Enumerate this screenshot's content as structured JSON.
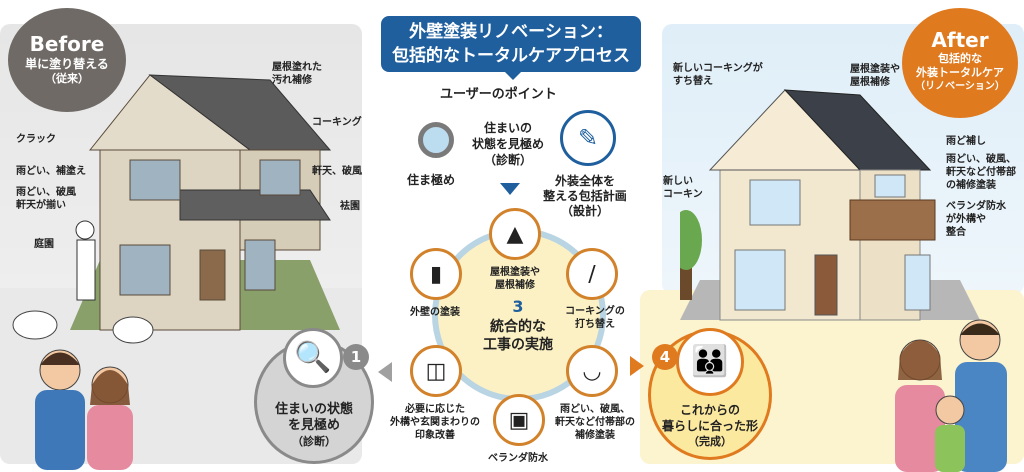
{
  "title": {
    "line1": "外壁塗装リノベーション：",
    "line2": "包括的なトータルケアプロセス"
  },
  "user_points": {
    "heading": "ユーザーのポイント",
    "left_label": "住ま極め",
    "center": [
      "住まいの",
      "状態を見極め",
      "（診断）"
    ],
    "right": [
      "外装全体を",
      "整える包括計画",
      "（設計）"
    ]
  },
  "before": {
    "badge": {
      "title": "Before",
      "line1": "単に塗り替える",
      "line2": "（従来）"
    },
    "labels": {
      "roof": [
        "屋根塗れた",
        "汚れ補修"
      ],
      "crack": "クラック",
      "caulking": "コーキング",
      "gutter_touchup": "雨どい、補塗え",
      "eaves": "軒天、破風",
      "gutter_damage": [
        "雨どい、破風",
        "軒天が揃い"
      ],
      "garden_r": "袪園",
      "garden_l": "庭園"
    }
  },
  "after": {
    "badge": {
      "title": "After",
      "line1": "包括的な",
      "line2": "外装トータルケア",
      "line3": "（リノベーション）"
    },
    "labels": {
      "new_caulking": [
        "新しいコーキングが",
        "すち替え"
      ],
      "roof": [
        "屋根塗装や",
        "屋根補修"
      ],
      "gutter": "雨ど補し",
      "accessory": [
        "雨どい、破風、",
        "軒天など付帯部",
        "の補修塗装"
      ],
      "veranda": [
        "ベランダ防水",
        "が外構や",
        "整合"
      ],
      "new_caulk2": [
        "新しい",
        "コーキン"
      ]
    }
  },
  "steps": {
    "step1": {
      "number": "1",
      "lines": [
        "住まいの状態",
        "を見極め",
        "（診断）"
      ]
    },
    "step3": {
      "number": "3",
      "lines": [
        "統合的な",
        "工事の実施"
      ]
    },
    "step4": {
      "number": "4",
      "lines": [
        "これからの",
        "暮らしに合った形",
        "（完成）"
      ]
    }
  },
  "works": [
    {
      "icon": "roof-icon",
      "lines": [
        "屋根塗装や",
        "屋根補修"
      ]
    },
    {
      "icon": "caulking-gun-icon",
      "lines": [
        "コーキングの",
        "打ち替え"
      ]
    },
    {
      "icon": "gutter-icon",
      "lines": [
        "雨どい、破風、",
        "軒天など付帯部の",
        "補修塗装"
      ]
    },
    {
      "icon": "veranda-icon",
      "lines": [
        "ベランダ防水"
      ]
    },
    {
      "icon": "entrance-icon",
      "lines": [
        "必要に応じた",
        "外構や玄関まわりの",
        "印象改善"
      ]
    },
    {
      "icon": "paint-roller-icon",
      "lines": [
        "外壁の塗装"
      ]
    }
  ],
  "colors": {
    "blue": "#1f5f9e",
    "orange": "#e07a1f",
    "gray": "#6f6a66"
  }
}
